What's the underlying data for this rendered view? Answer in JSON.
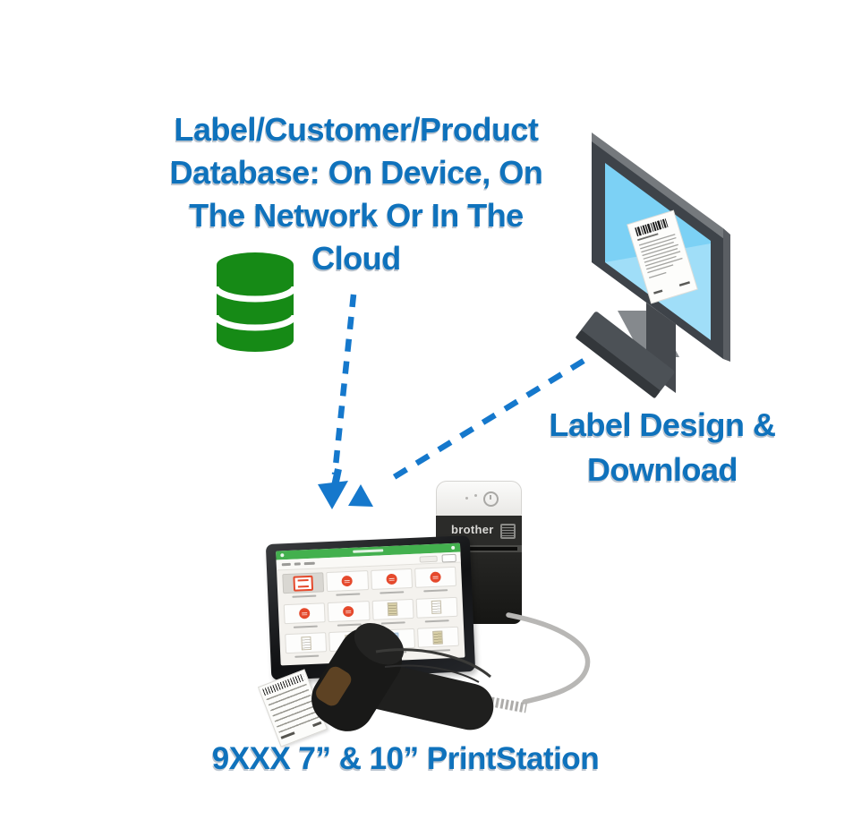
{
  "captions": {
    "database": {
      "lines": [
        "Label/Customer/Product",
        "Database: On Device, On",
        "The Network Or In The",
        "Cloud"
      ]
    },
    "design": {
      "lines": [
        "Label Design &",
        "Download"
      ]
    },
    "printstation": "9XXX 7” & 10” PrintStation"
  },
  "devices": {
    "printer": {
      "brand": "brother"
    },
    "tablet": {
      "tiles": [
        {
          "type": "price",
          "selected": true
        },
        {
          "type": "circle"
        },
        {
          "type": "circle"
        },
        {
          "type": "circle"
        },
        {
          "type": "circle"
        },
        {
          "type": "circle"
        },
        {
          "type": "doc-tan"
        },
        {
          "type": "doc-white"
        },
        {
          "type": "doc-white"
        },
        {
          "type": "doc-white"
        },
        {
          "type": "doc-blue"
        },
        {
          "type": "doc-tan"
        }
      ]
    }
  },
  "icons": {
    "database": "database-cylinder-icon",
    "monitor": "desktop-monitor-icon",
    "label_on_screen": "barcode-label-icon",
    "connector_down": "dashed-arrow-down",
    "connector_diagonal": "dashed-arrow-up",
    "scanner": "barcode-scanner",
    "receipt": "printed-receipt"
  },
  "colors": {
    "accent-blue": "#0F72BC",
    "dash-blue": "#1578CC",
    "db-green": "#168A16",
    "screen-blue": "#7CD1F5",
    "app-green": "#43B04E",
    "tile-red": "#E5492C",
    "frame-gray": "#3E4349"
  }
}
